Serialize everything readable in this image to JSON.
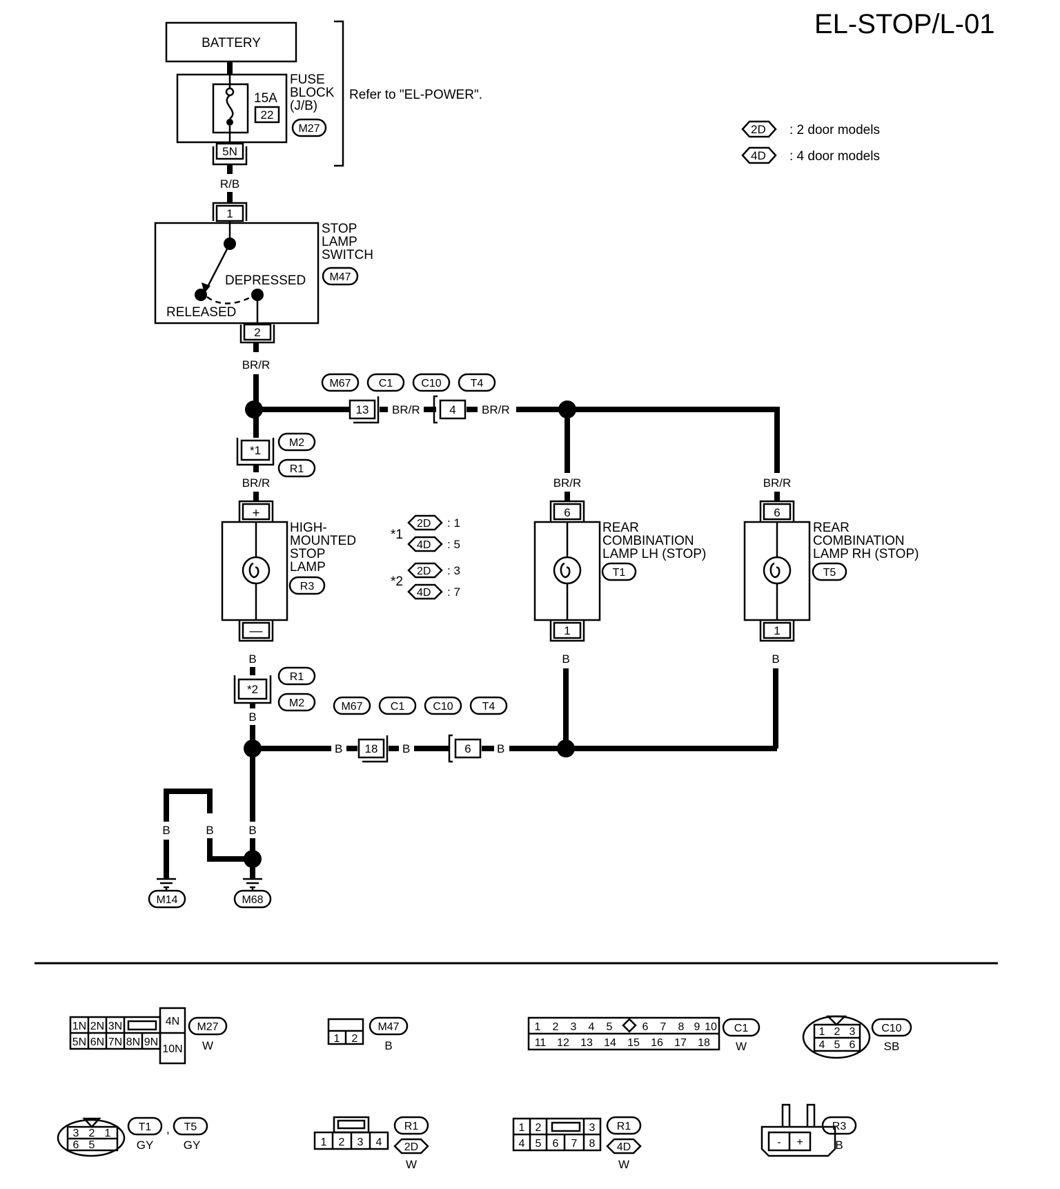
{
  "page_code": "EL-STOP/L-01",
  "legend": [
    {
      "code": "2D",
      "text": ": 2 door models"
    },
    {
      "code": "4D",
      "text": ": 4 door models"
    }
  ],
  "battery": {
    "label": "BATTERY"
  },
  "fuse_block": {
    "label_lines": [
      "FUSE",
      "BLOCK",
      "(J/B)"
    ],
    "amp": "15A",
    "fuse_no": "22",
    "connector": "M27",
    "terminal": "5N",
    "refer": "Refer to \"EL-POWER\"."
  },
  "wire_colors": {
    "rb": "R/B",
    "brr": "BR/R",
    "b": "B"
  },
  "stop_lamp_switch": {
    "label_lines": [
      "STOP",
      "LAMP",
      "SWITCH"
    ],
    "connector": "M47",
    "terminal_in": "1",
    "terminal_out": "2",
    "depressed": "DEPRESSED",
    "released": "RELEASED"
  },
  "upper_connectors": [
    "M67",
    "C1",
    "C10",
    "T4"
  ],
  "upper_terminals": [
    "13",
    "4"
  ],
  "lower_connectors": [
    "M67",
    "C1",
    "C10",
    "T4"
  ],
  "lower_terminals": [
    "18",
    "6"
  ],
  "hm_connector_top": {
    "terminal": "*1",
    "codes": [
      "M2",
      "R1"
    ]
  },
  "hm_connector_bottom": {
    "terminal": "*2",
    "codes": [
      "R1",
      "M2"
    ]
  },
  "hm_lamp": {
    "label_lines": [
      "HIGH-",
      "MOUNTED",
      "STOP",
      "LAMP"
    ],
    "connector": "R3",
    "plus": "+",
    "minus": "—"
  },
  "notes": [
    {
      "star": "*1",
      "rows": [
        {
          "code": "2D",
          "value": ": 1"
        },
        {
          "code": "4D",
          "value": ": 5"
        }
      ]
    },
    {
      "star": "*2",
      "rows": [
        {
          "code": "2D",
          "value": ": 3"
        },
        {
          "code": "4D",
          "value": ": 7"
        }
      ]
    }
  ],
  "lamp_lh": {
    "label_lines": [
      "REAR",
      "COMBINATION",
      "LAMP LH (STOP)"
    ],
    "connector": "T1",
    "terminal_in": "6",
    "terminal_out": "1"
  },
  "lamp_rh": {
    "label_lines": [
      "REAR",
      "COMBINATION",
      "LAMP RH (STOP)"
    ],
    "connector": "T5",
    "terminal_in": "6",
    "terminal_out": "1"
  },
  "grounds": [
    "M14",
    "M68"
  ],
  "connector_views": {
    "m27": {
      "code": "M27",
      "color": "W",
      "top": [
        "1N",
        "2N",
        "3N"
      ],
      "bottom": [
        "5N",
        "6N",
        "7N",
        "8N",
        "9N"
      ],
      "right_top": "4N",
      "right_bottom": "10N"
    },
    "m47": {
      "code": "M47",
      "color": "B",
      "pins": [
        "1",
        "2"
      ]
    },
    "c1": {
      "code": "C1",
      "color": "W",
      "top": [
        "1",
        "2",
        "3",
        "4",
        "5",
        "6",
        "7",
        "8",
        "9",
        "10"
      ],
      "bottom": [
        "11",
        "12",
        "13",
        "14",
        "15",
        "16",
        "17",
        "18"
      ]
    },
    "c10": {
      "code": "C10",
      "color": "SB",
      "top": [
        "1",
        "2",
        "3"
      ],
      "bottom": [
        "4",
        "5",
        "6"
      ]
    },
    "t": {
      "codes": [
        "T1",
        "T5"
      ],
      "colors": [
        "GY",
        "GY"
      ],
      "sep": ",",
      "top": [
        "3",
        "2",
        "1"
      ],
      "bottom": [
        "6",
        "5"
      ]
    },
    "r1_2d": {
      "code": "R1",
      "model": "2D",
      "color": "W",
      "pins": [
        "1",
        "2",
        "3",
        "4"
      ]
    },
    "r1_4d": {
      "code": "R1",
      "model": "4D",
      "color": "W",
      "top": [
        "1",
        "2",
        "3"
      ],
      "bottom": [
        "4",
        "5",
        "6",
        "7",
        "8"
      ]
    },
    "r3": {
      "code": "R3",
      "color": "B",
      "pins": [
        "-",
        "+"
      ]
    }
  }
}
